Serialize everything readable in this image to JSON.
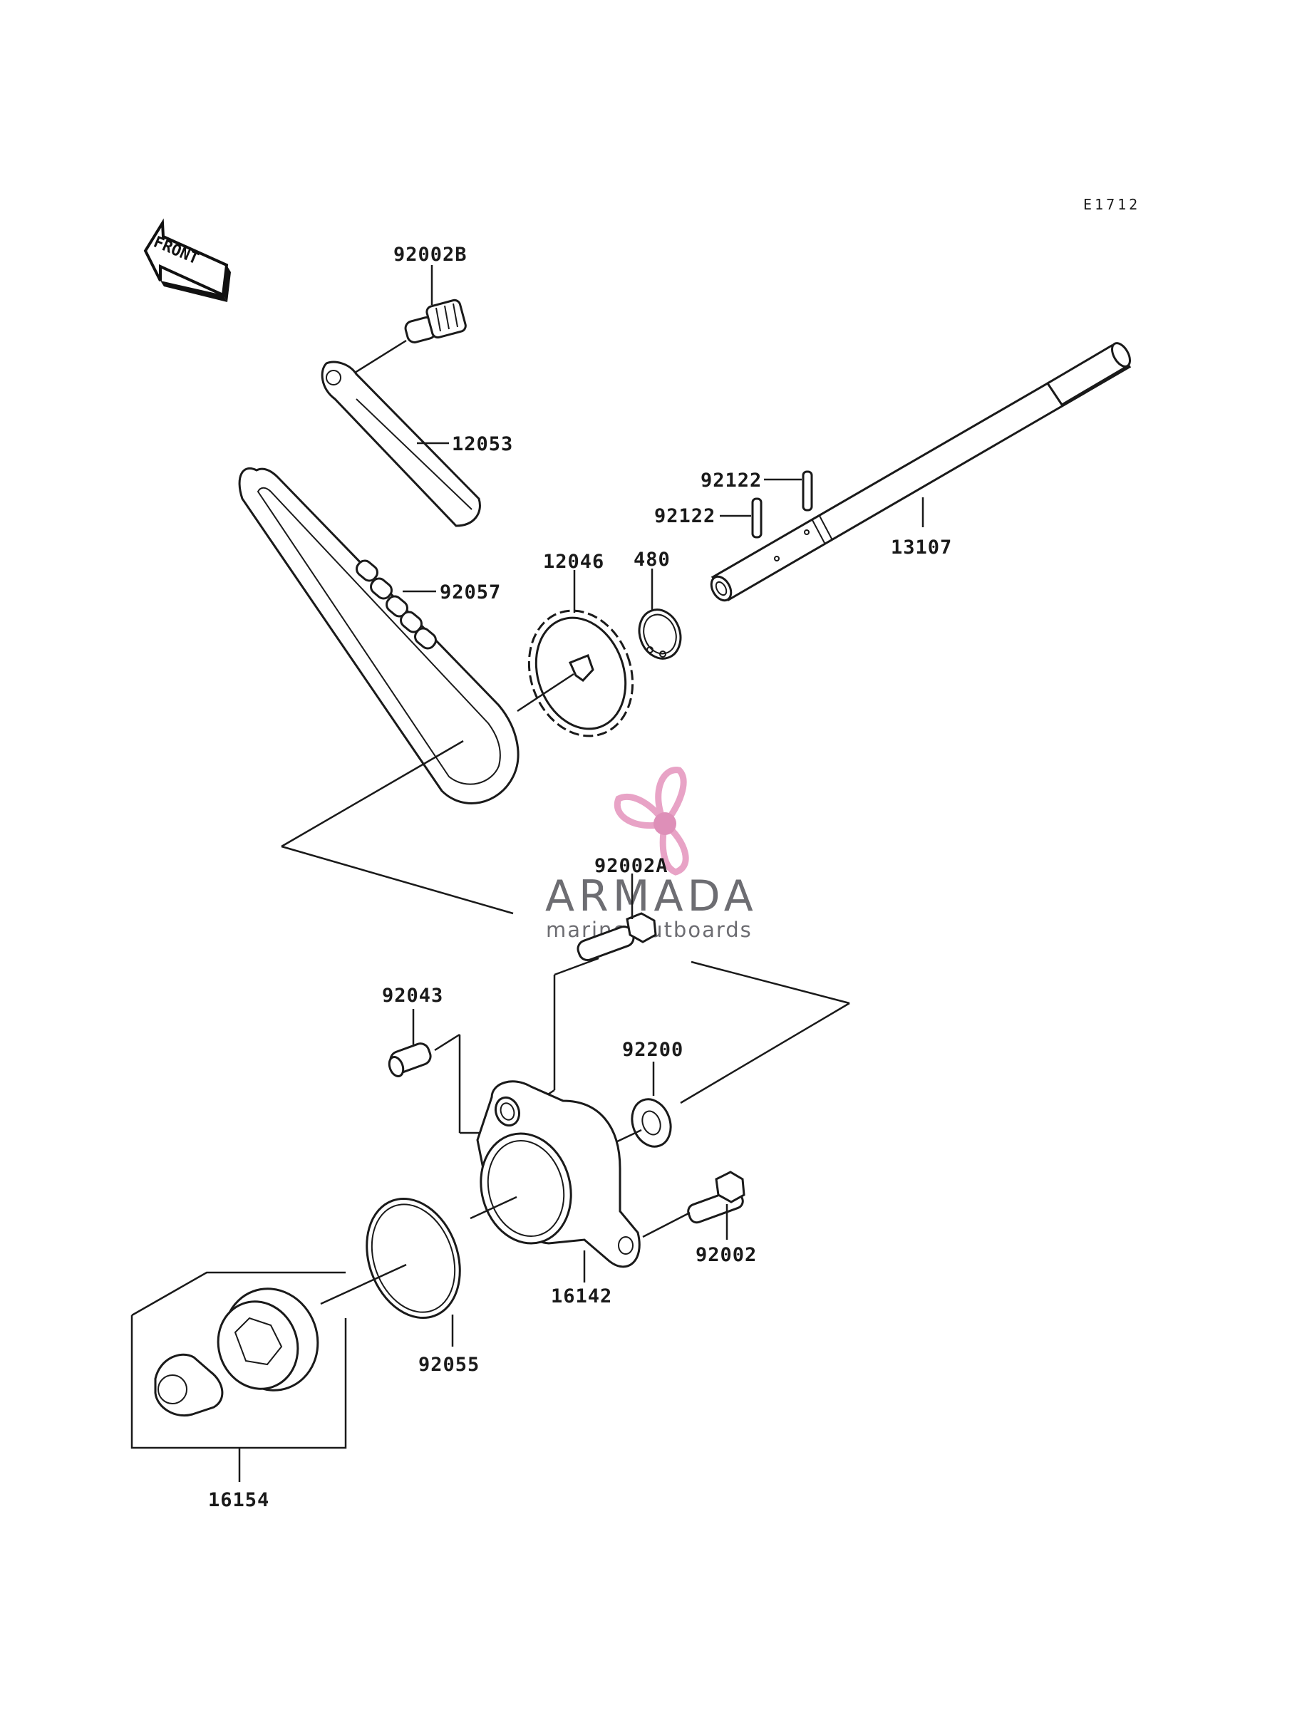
{
  "diagram_code": "E1712",
  "front_marker": "FRONT",
  "watermark": {
    "brand": "ARMADA",
    "tagline": "marine outboards",
    "colors": {
      "propeller": "#e8a3c6",
      "propeller_hub": "#de8fb8",
      "text": "#6d6d72"
    }
  },
  "part_labels": {
    "p92002B": "92002B",
    "p12053": "12053",
    "p92057": "92057",
    "p12046": "12046",
    "p480": "480",
    "p92122a": "92122",
    "p92122b": "92122",
    "p13107": "13107",
    "p92002A": "92002A",
    "p92043": "92043",
    "p92200": "92200",
    "p92002": "92002",
    "p16142": "16142",
    "p92055": "92055",
    "p16154": "16154"
  }
}
